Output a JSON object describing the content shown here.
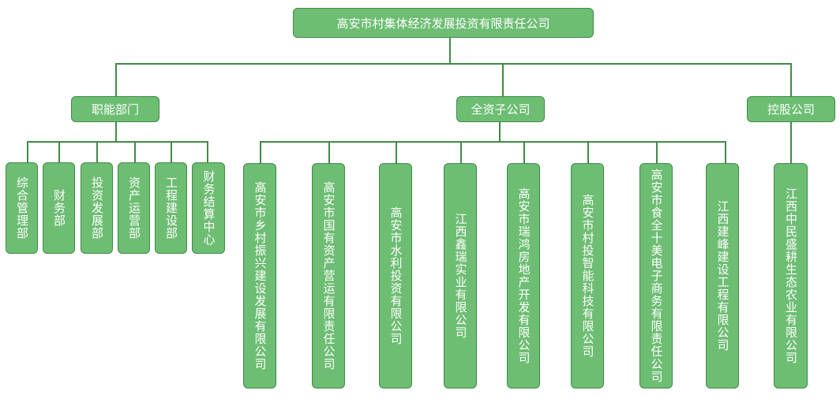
{
  "root": "高安市村集体经济发展投资有限责任公司",
  "departments": {
    "label": "职能部门",
    "items": [
      "综合管理部",
      "财务部",
      "投资发展部",
      "资产运营部",
      "工程建设部",
      "财务结算中心"
    ]
  },
  "wholly_owned": {
    "label": "全资子公司",
    "items": [
      "高安市乡村振兴建设发展有限公司",
      "高安市国有资产营运有限责任公司",
      "高安市水利投资有限公司",
      "江西鑫瑞实业有限公司",
      "高安市瑞鸿房地产开发有限公司",
      "高安市村投智能科技有限公司",
      "高安市食全十美电子商务有限责任公司",
      "江西建峰建设工程有限公司"
    ]
  },
  "holding": {
    "label": "控股公司",
    "items": [
      "江西中民盛耕生态农业有限公司"
    ]
  },
  "colors": {
    "box_fill": "#6dbd73",
    "box_border": "#3f8a47",
    "text": "#ffffff",
    "connector": "#3f8a47"
  }
}
